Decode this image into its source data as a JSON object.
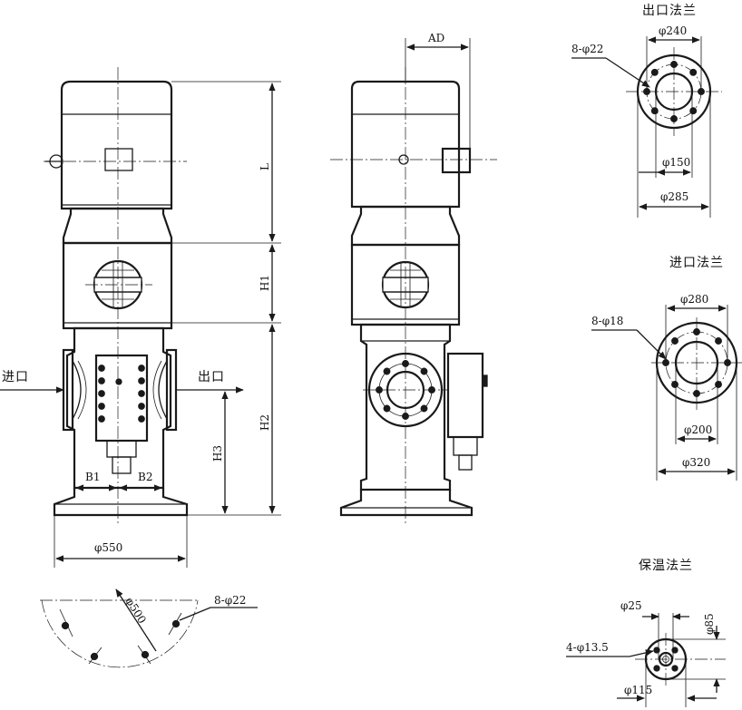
{
  "colors": {
    "ink": "#1a1a1a",
    "paper": "#ffffff"
  },
  "front_view": {
    "dims": {
      "L": "L",
      "H1": "H1",
      "H2": "H2",
      "H3": "H3",
      "B1": "B1",
      "B2": "B2",
      "base": "φ550"
    },
    "inlet_label": "进口",
    "outlet_label": "出口"
  },
  "side_view": {
    "dims": {
      "AD": "AD"
    }
  },
  "base_pattern": {
    "bolt_circle": "φ500",
    "holes": "8-φ22"
  },
  "outlet_flange": {
    "title": "出口法兰",
    "bolt_circle": "φ240",
    "holes": "8-φ22",
    "bore": "φ150",
    "outer": "φ285"
  },
  "inlet_flange": {
    "title": "进口法兰",
    "bolt_circle": "φ280",
    "holes": "8-φ18",
    "bore": "φ200",
    "outer": "φ320"
  },
  "heating_flange": {
    "title": "保温法兰",
    "bore": "φ25",
    "height": "φ85",
    "holes": "4-φ13.5",
    "outer": "φ115"
  }
}
